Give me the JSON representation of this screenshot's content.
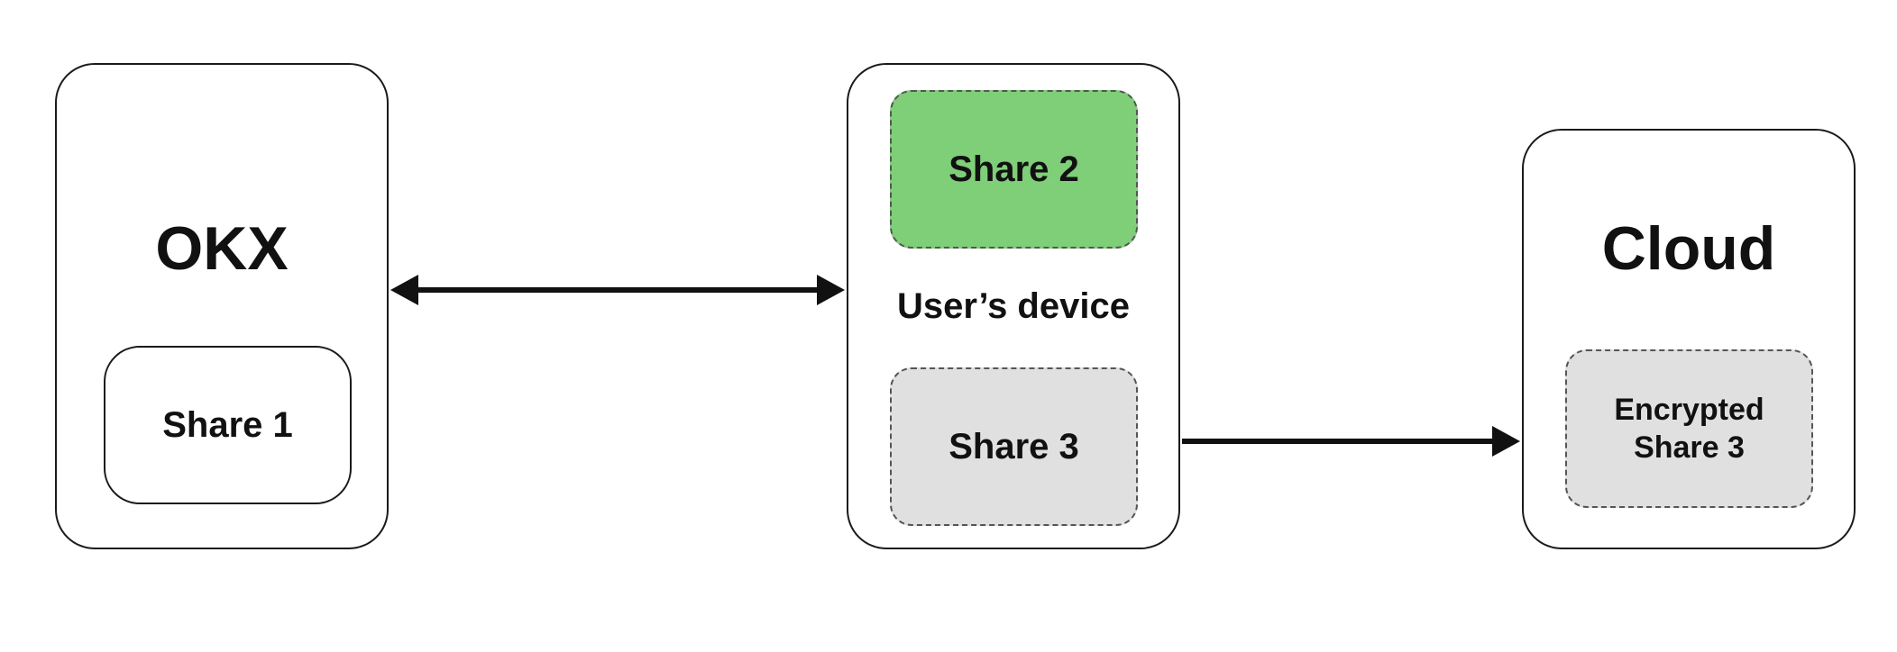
{
  "nodes": {
    "okx": {
      "title": "OKX",
      "share": "Share 1"
    },
    "device": {
      "title": "User’s device",
      "share_top": "Share 2",
      "share_bottom": "Share 3"
    },
    "cloud": {
      "title": "Cloud",
      "share_line1": "Encrypted",
      "share_line2": "Share 3"
    }
  },
  "colors": {
    "share_green": "#7fce78",
    "share_gray": "#e0e0e0",
    "border": "#1a1a1a"
  },
  "edges": [
    {
      "from": "okx",
      "to": "device",
      "direction": "bidirectional"
    },
    {
      "from": "device",
      "to": "cloud",
      "direction": "forward"
    }
  ]
}
